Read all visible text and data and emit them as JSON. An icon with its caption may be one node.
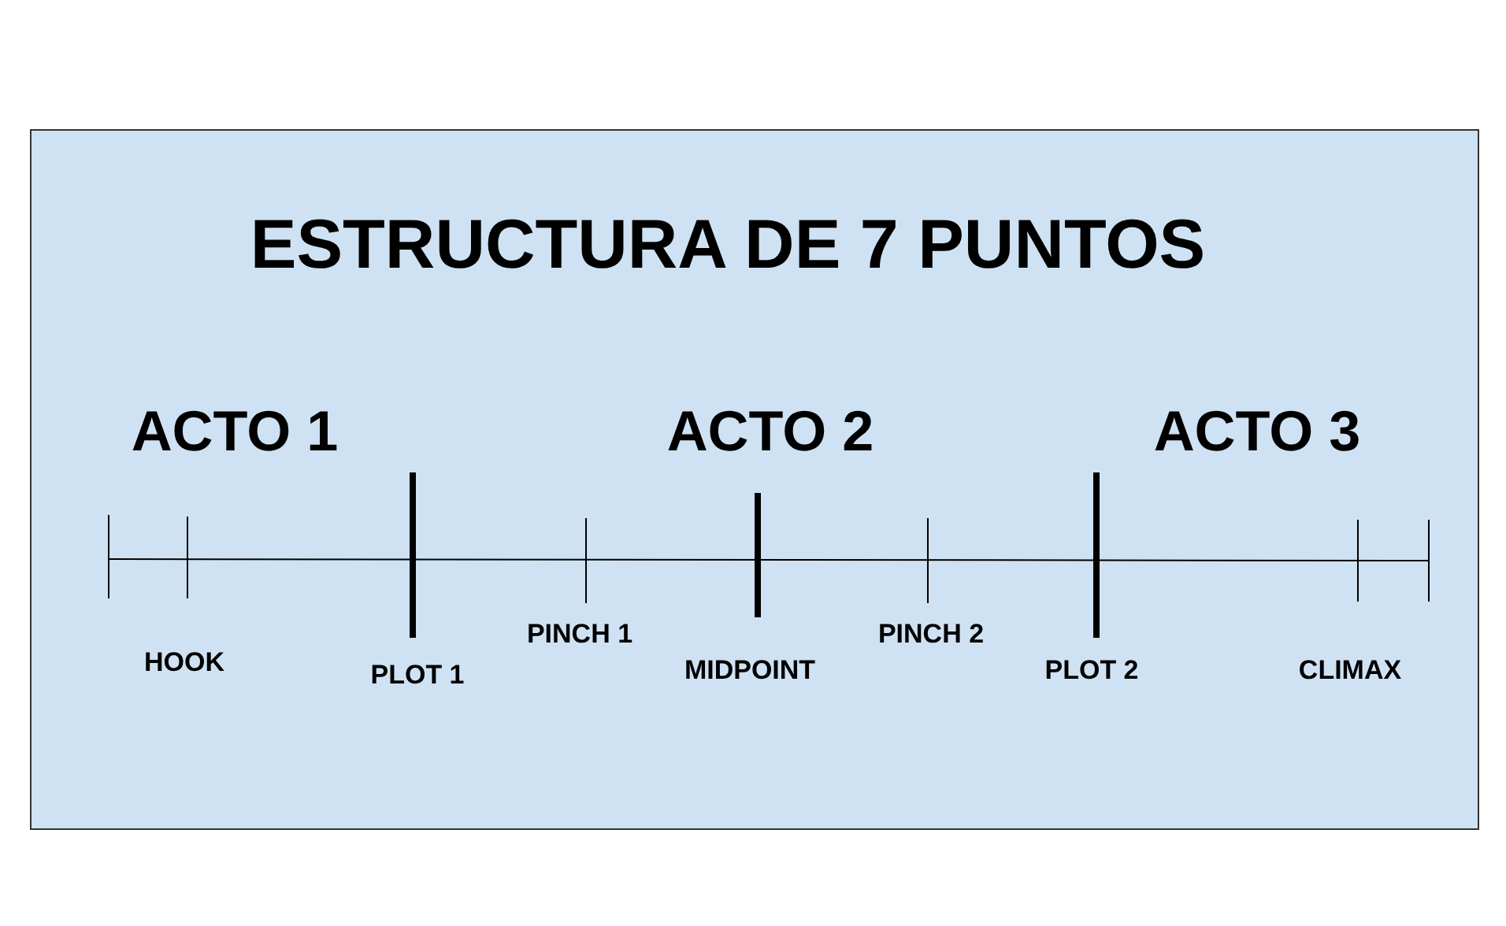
{
  "diagram": {
    "title": "ESTRUCTURA DE 7 PUNTOS",
    "labels": [
      "ACTO 1",
      "ACTO 2",
      "ACTO 3",
      "HOOK",
      "PLOT 1",
      "PINCH 1",
      "MIDPOINT",
      "PINCH 2",
      "PLOT 2",
      "CLIMAX"
    ]
  }
}
